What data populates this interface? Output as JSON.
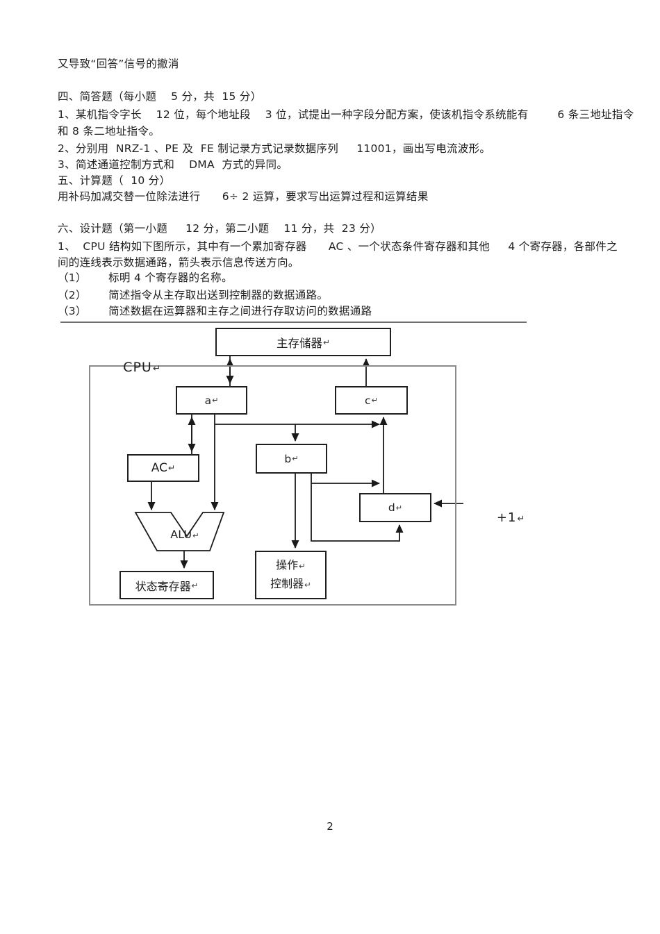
{
  "document": {
    "lines": [
      "又导致“回答”信号的撤消",
      "四、简答题（每小题    5 分，共  15 分）",
      "1、某机指令字长    12 位，每个地址段    3 位，试提出一种字段分配方案，使该机指令系统能有        6 条三地址指令",
      "和 8 条二地址指令。",
      "2、分别用  NRZ-1 、PE 及  FE 制记录方式记录数据序列     11001，画出写电流波形。",
      "3、简述通道控制方式和    DMA  方式的异同。",
      "五、计算题（  10 分）",
      "用补码加减交替一位除法进行      6÷ 2 运算，要求写出运算过程和运算结果",
      "六、设计题（第一小题     12 分，第二小题    11 分，共  23 分）",
      "1、  CPU 结构如下图所示，其中有一个累加寄存器      AC 、一个状态条件寄存器和其他     4 个寄存器，各部件之",
      "间的连线表示数据通路，箭头表示信息传送方向。",
      "（1）      标明 4 个寄存器的名称。",
      "（2）      简述指令从主存取出送到控制器的数据通路。",
      "（3）      简述数据在运算器和主存之间进行存取访问的数据通路"
    ]
  },
  "diagram": {
    "mark": "↵",
    "cpu_label": "CPU",
    "memory_label": "主存储器",
    "nodes": {
      "a": "a",
      "c": "c",
      "ac": "AC",
      "b": "b",
      "d": "d",
      "alu": "ALU",
      "status_register": "状态寄存器",
      "op_controller_line1": "操作",
      "op_controller_line2": "控制器"
    },
    "plus_one": "+1",
    "line_color": "#1a1a1a",
    "outline_color": "#8a8a8a"
  },
  "page": {
    "number": "2"
  }
}
